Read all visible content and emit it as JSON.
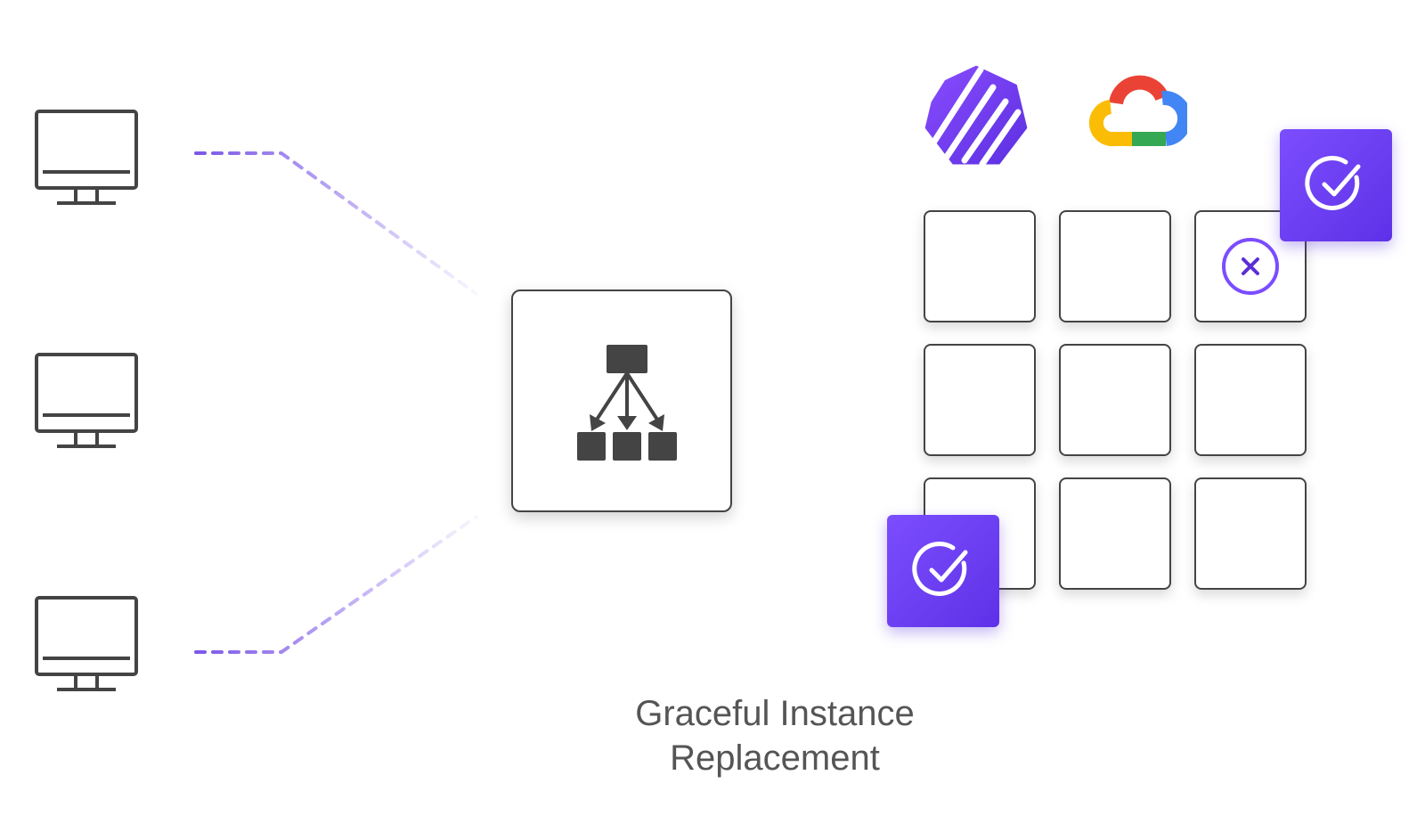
{
  "diagram": {
    "caption_line1": "Graceful Instance",
    "caption_line2": "Replacement",
    "colors": {
      "accent": "#7b4dff",
      "dashes": "#8b6cf0",
      "outline": "#444444"
    },
    "icons": {
      "clients": [
        "monitor-icon",
        "monitor-icon",
        "monitor-icon"
      ],
      "load_balancer": "hierarchy-icon",
      "spot_logo": "spot-logo-icon",
      "cloud_logo": "google-cloud-icon",
      "replaced": "x-circle-icon",
      "new_instance": "check-circle-icon"
    },
    "grid": {
      "rows": 3,
      "cols": 3
    }
  }
}
